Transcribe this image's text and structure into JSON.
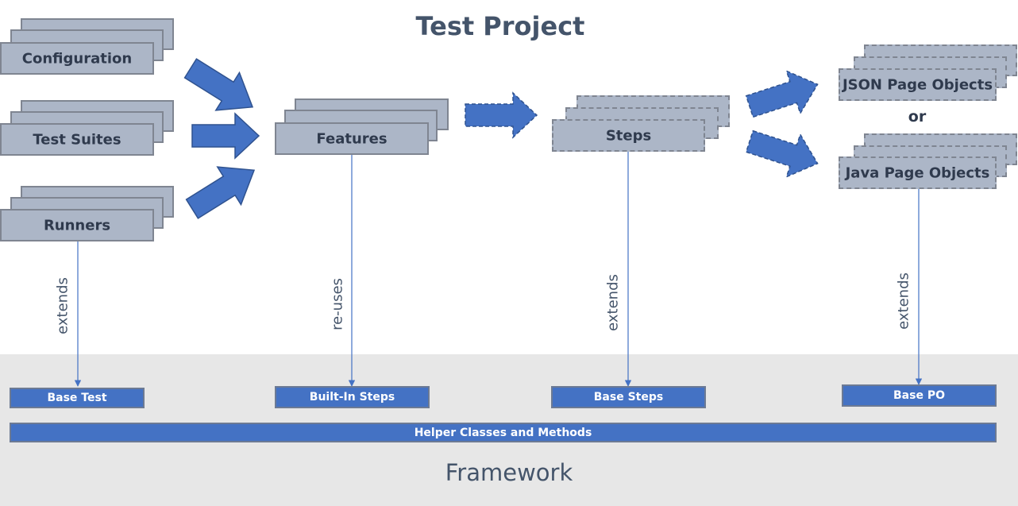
{
  "title": "Test Project",
  "project_components": {
    "configuration": "Configuration",
    "test_suites": "Test Suites",
    "runners": "Runners",
    "features": "Features",
    "steps": "Steps",
    "json_page_objects": "JSON Page Objects",
    "or": "or",
    "java_page_objects": "Java Page Objects"
  },
  "relations": {
    "runners_link": "extends",
    "features_link": "re-uses",
    "steps_link": "extends",
    "page_objects_link": "extends"
  },
  "framework": {
    "label": "Framework",
    "base_test": "Base Test",
    "built_in_steps": "Built-In Steps",
    "base_steps": "Base Steps",
    "base_po": "Base PO",
    "helpers": "Helper Classes and Methods"
  },
  "colors": {
    "title_text": "#44546a",
    "card_fill": "#acb6c7",
    "card_border": "#7f8591",
    "arrow_blue": "#4472c4",
    "framework_bg": "#e7e7e7"
  }
}
